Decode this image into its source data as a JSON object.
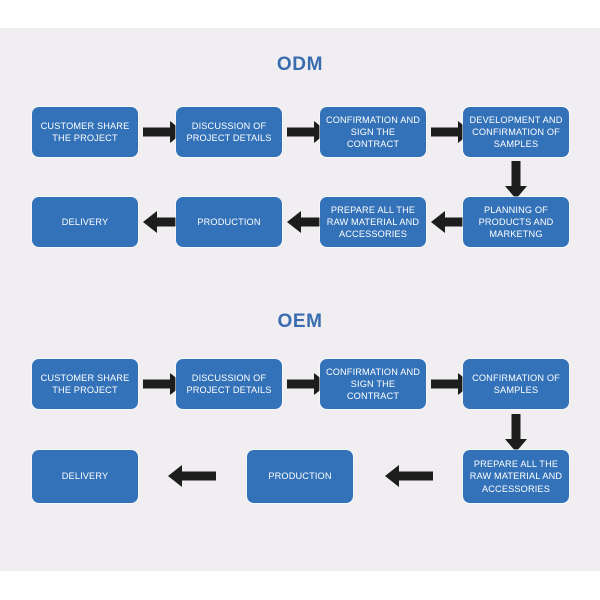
{
  "canvas": {
    "background": "#ffffff",
    "stage_background": "#f0eef0",
    "node_color": "#3372b8",
    "node_text_color": "#ffffff",
    "arrow_color": "#1d1d1d",
    "title_color": "#3a6cb0"
  },
  "sections": [
    {
      "title": "ODM",
      "rows": [
        {
          "nodes": [
            "CUSTOMER SHARE\nTHE PROJECT",
            "DISCUSSION OF\nPROJECT DETAILS",
            "CONFIRMATION AND\nSIGN THE CONTRACT",
            "DEVELOPMENT AND\nCONFIRMATION OF\nSAMPLES"
          ],
          "arrow_direction": "right"
        },
        {
          "nodes": [
            "DELIVERY",
            "PRODUCTION",
            "PREPARE ALL THE\nRAW MATERIAL AND\nACCESSORIES",
            "PLANNING OF\nPRODUCTS AND\nMARKETNG"
          ],
          "arrow_direction": "left"
        }
      ],
      "connector": "down-arrow"
    },
    {
      "title": "OEM",
      "rows": [
        {
          "nodes": [
            "CUSTOMER SHARE\nTHE PROJECT",
            "DISCUSSION OF\nPROJECT DETAILS",
            "CONFIRMATION AND\nSIGN THE CONTRACT",
            "CONFIRMATION OF\nSAMPLES"
          ],
          "arrow_direction": "right"
        },
        {
          "nodes": [
            "DELIVERY",
            "PRODUCTION",
            "PREPARE ALL THE\nRAW MATERIAL AND\nACCESSORIES"
          ],
          "arrow_direction": "left"
        }
      ],
      "connector": "down-arrow"
    }
  ]
}
